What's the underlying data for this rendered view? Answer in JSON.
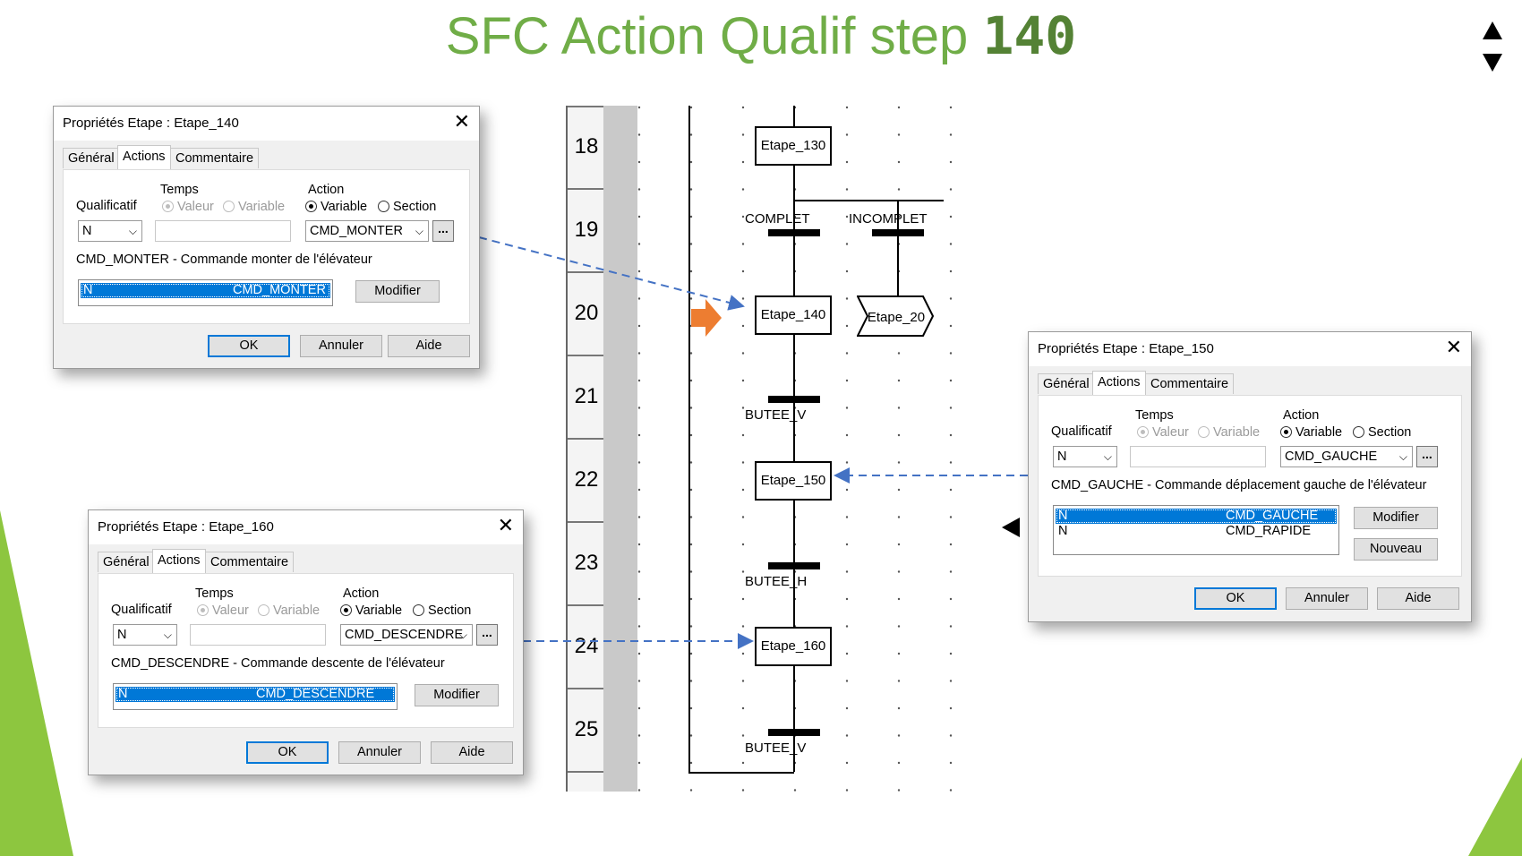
{
  "slide": {
    "title_part1": "SFC",
    "title_part2": "Action Qualif",
    "title_part3": "step",
    "title_number": "140"
  },
  "colors": {
    "title_green": "#70AD47",
    "number_green": "#548235",
    "selection_blue": "#0078D7",
    "arrow_orange": "#ED7D31",
    "dash_blue": "#4472C4"
  },
  "nav": {
    "up_icon": "triangle-up-icon",
    "down_icon": "triangle-down-icon",
    "back_icon": "triangle-left-icon"
  },
  "ruler": {
    "rows": [
      "18",
      "19",
      "20",
      "21",
      "22",
      "23",
      "24",
      "25"
    ]
  },
  "diagram": {
    "steps": [
      "Etape_130",
      "Etape_140",
      "Etape_150",
      "Etape_160"
    ],
    "jump": "Etape_20",
    "transitions": [
      "COMPLET",
      "INCOMPLET",
      "BUTEE_V",
      "BUTEE_H",
      "BUTEE_V"
    ]
  },
  "dialogs": {
    "d140": {
      "title": "Propriétés Etape : Etape_140",
      "tabs": [
        "Général",
        "Actions",
        "Commentaire"
      ],
      "qualif_label": "Qualificatif",
      "qualif_value": "N",
      "temps_label": "Temps",
      "temps_opt1": "Valeur",
      "temps_opt2": "Variable",
      "action_label": "Action",
      "action_opt1": "Variable",
      "action_opt2": "Section",
      "action_value": "CMD_MONTER",
      "browse": "...",
      "description": "CMD_MONTER - Commande monter de l'élévateur",
      "list": [
        {
          "q": "N",
          "v": "CMD_MONTER"
        }
      ],
      "modify": "Modifier",
      "ok": "OK",
      "cancel": "Annuler",
      "help": "Aide"
    },
    "d150": {
      "title": "Propriétés Etape : Etape_150",
      "tabs": [
        "Général",
        "Actions",
        "Commentaire"
      ],
      "qualif_label": "Qualificatif",
      "qualif_value": "N",
      "temps_label": "Temps",
      "temps_opt1": "Valeur",
      "temps_opt2": "Variable",
      "action_label": "Action",
      "action_opt1": "Variable",
      "action_opt2": "Section",
      "action_value": "CMD_GAUCHE",
      "browse": "...",
      "description": "CMD_GAUCHE - Commande déplacement gauche de l'élévateur",
      "list": [
        {
          "q": "N",
          "v": "CMD_GAUCHE"
        },
        {
          "q": "N",
          "v": "CMD_RAPIDE"
        }
      ],
      "modify": "Modifier",
      "new": "Nouveau",
      "ok": "OK",
      "cancel": "Annuler",
      "help": "Aide"
    },
    "d160": {
      "title": "Propriétés Etape : Etape_160",
      "tabs": [
        "Général",
        "Actions",
        "Commentaire"
      ],
      "qualif_label": "Qualificatif",
      "qualif_value": "N",
      "temps_label": "Temps",
      "temps_opt1": "Valeur",
      "temps_opt2": "Variable",
      "action_label": "Action",
      "action_opt1": "Variable",
      "action_opt2": "Section",
      "action_value": "CMD_DESCENDRE",
      "browse": "...",
      "description": "CMD_DESCENDRE - Commande descente de l'élévateur",
      "list": [
        {
          "q": "N",
          "v": "CMD_DESCENDRE"
        }
      ],
      "modify": "Modifier",
      "ok": "OK",
      "cancel": "Annuler",
      "help": "Aide"
    }
  }
}
